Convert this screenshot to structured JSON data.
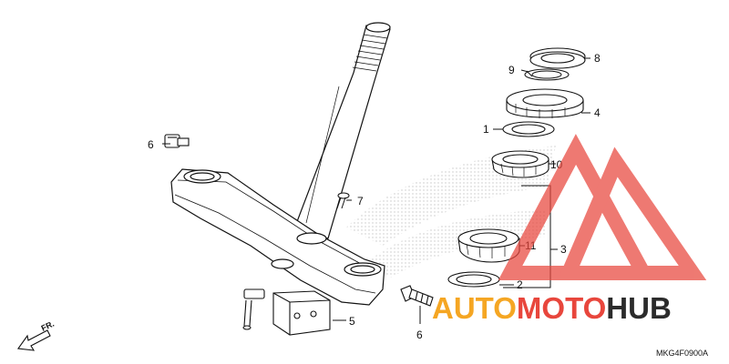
{
  "diagram": {
    "code": "MKG4F0900A",
    "front_label": "FR.",
    "callouts": {
      "c1": "1",
      "c2": "2",
      "c3": "3",
      "c4": "4",
      "c5": "5",
      "c6a": "6",
      "c6b": "6",
      "c7": "7",
      "c8": "8",
      "c9": "9",
      "c10": "10",
      "c11": "11"
    }
  },
  "watermark": {
    "part1": "AUTO",
    "part2": "MOTO",
    "part3": "HUB",
    "colors": {
      "orange": "#f5a623",
      "red": "#e8463c",
      "dark": "#2b2b2b",
      "triangle": "#e8463c"
    }
  }
}
